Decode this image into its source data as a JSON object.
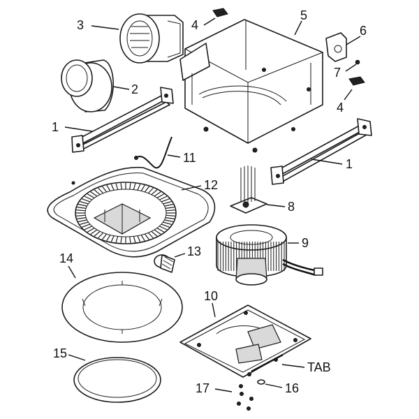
{
  "callouts": [
    {
      "id": "c1a",
      "text": "1"
    },
    {
      "id": "c1b",
      "text": "1"
    },
    {
      "id": "c2",
      "text": "2"
    },
    {
      "id": "c3",
      "text": "3"
    },
    {
      "id": "c4a",
      "text": "4"
    },
    {
      "id": "c4b",
      "text": "4"
    },
    {
      "id": "c5",
      "text": "5"
    },
    {
      "id": "c6",
      "text": "6"
    },
    {
      "id": "c7",
      "text": "7"
    },
    {
      "id": "c8",
      "text": "8"
    },
    {
      "id": "c9",
      "text": "9"
    },
    {
      "id": "c10",
      "text": "10"
    },
    {
      "id": "c11",
      "text": "11"
    },
    {
      "id": "c12",
      "text": "12"
    },
    {
      "id": "c13",
      "text": "13"
    },
    {
      "id": "c14",
      "text": "14"
    },
    {
      "id": "c15",
      "text": "15"
    },
    {
      "id": "c16",
      "text": "16"
    },
    {
      "id": "c17",
      "text": "17"
    },
    {
      "id": "ctab",
      "text": "TAB"
    }
  ]
}
